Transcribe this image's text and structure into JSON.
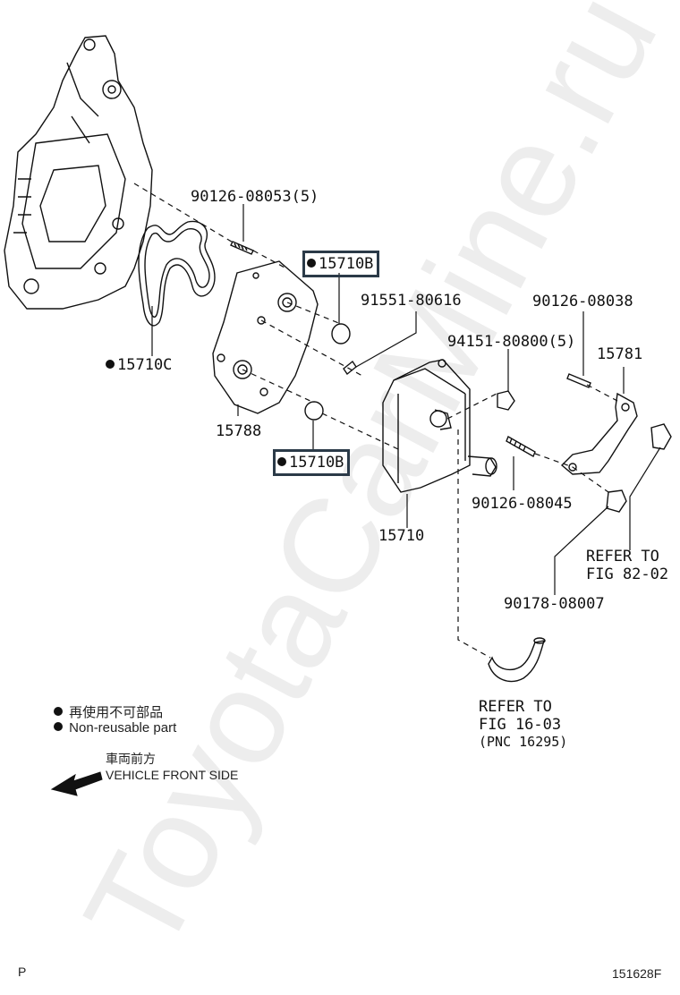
{
  "watermark": "ToyotaCarMine.ru",
  "parts": {
    "p90126_08053": "90126-08053(5)",
    "p15710B_top": "15710B",
    "p91551_80616": "91551-80616",
    "p90126_08038": "90126-08038",
    "p94151_80800": "94151-80800(5)",
    "p15781": "15781",
    "p15710C": "15710C",
    "p15788": "15788",
    "p15710B_bottom": "15710B",
    "p90126_08045": "90126-08045",
    "p15710": "15710",
    "p90178_08007": "90178-08007"
  },
  "refs": {
    "fig82_line1": "REFER TO",
    "fig82_line2": "FIG 82-02",
    "fig16_line1": "REFER TO",
    "fig16_line2": "FIG 16-03",
    "fig16_line3": "(PNC 16295)"
  },
  "legend": {
    "nonreusable_jp": "再使用不可部品",
    "nonreusable_en": "Non-reusable part",
    "front_jp": "車両前方",
    "front_en": "VEHICLE FRONT SIDE"
  },
  "footer": {
    "left_code": "P",
    "figure_id": "151628F"
  },
  "colors": {
    "line": "#111111",
    "label_box_border": "#2b3a48",
    "watermark": "#d8d8d8"
  }
}
